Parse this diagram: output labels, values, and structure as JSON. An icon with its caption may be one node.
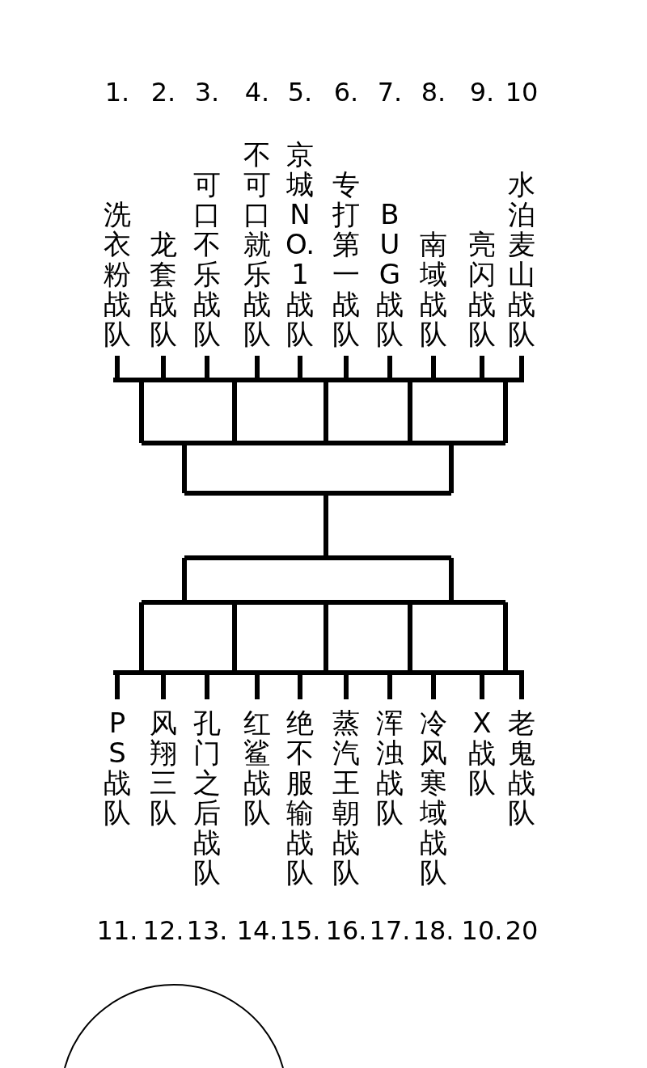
{
  "diagram": {
    "nodes": [
      {
        "text": [
          "洗衣粉战队"
        ]
      },
      {
        "text": [
          "龙套战队"
        ]
      },
      {
        "text": [
          "可口不乐战队"
        ]
      },
      {
        "text": [
          "不可口就乐战队"
        ]
      },
      {
        "text": [
          "京城NO.1战队"
        ]
      },
      {
        "text": [
          "专打第一战队"
        ]
      },
      {
        "text": [
          "BUG战队"
        ]
      },
      {
        "text": [
          "南域战队"
        ]
      },
      {
        "text": [
          "亮闪战队"
        ]
      },
      {
        "text": [
          "水泊麦山战队"
        ]
      },
      {
        "text": [
          "PS战队"
        ]
      },
      {
        "text": [
          "风翔三队"
        ]
      },
      {
        "text": [
          "孔门之后战队"
        ]
      },
      {
        "text": [
          "红鲨战队"
        ]
      },
      {
        "text": [
          "绝不服输战队"
        ]
      },
      {
        "text": [
          "蒸汽王朝战队"
        ]
      },
      {
        "text": [
          "浑浊战队"
        ]
      },
      {
        "text": [
          "冷风寒域战队"
        ]
      },
      {
        "text": [
          "X战队"
        ]
      },
      {
        "text": [
          "老鬼战队"
        ]
      }
    ],
    "labels": [
      "1.",
      "2.",
      "3.",
      "4.",
      "5.",
      "6.",
      "7.",
      "8.",
      "9.",
      "10",
      "11.",
      "12.",
      "13.",
      "14.",
      "15.",
      "16.",
      "17.",
      "18.",
      "10.",
      "20"
    ]
  }
}
